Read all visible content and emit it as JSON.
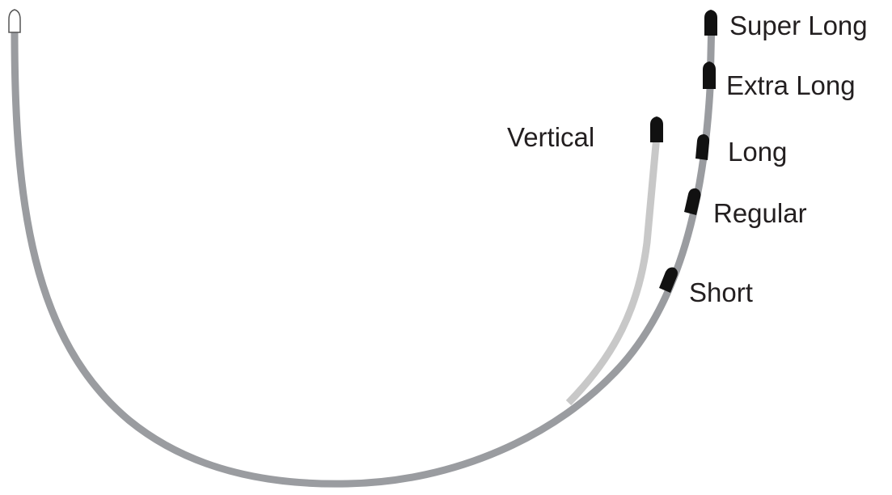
{
  "labels": {
    "super_long": "Super Long",
    "extra_long": "Extra Long",
    "vertical": "Vertical",
    "long": "Long",
    "regular": "Regular",
    "short": "Short"
  },
  "colors": {
    "background": "#ffffff",
    "main_wire": "#9a9ca0",
    "vertical_wire": "#c8c8c8",
    "tips": "#111111",
    "open_end": "#ffffff",
    "open_end_outline": "#555555",
    "text": "#231f20"
  }
}
